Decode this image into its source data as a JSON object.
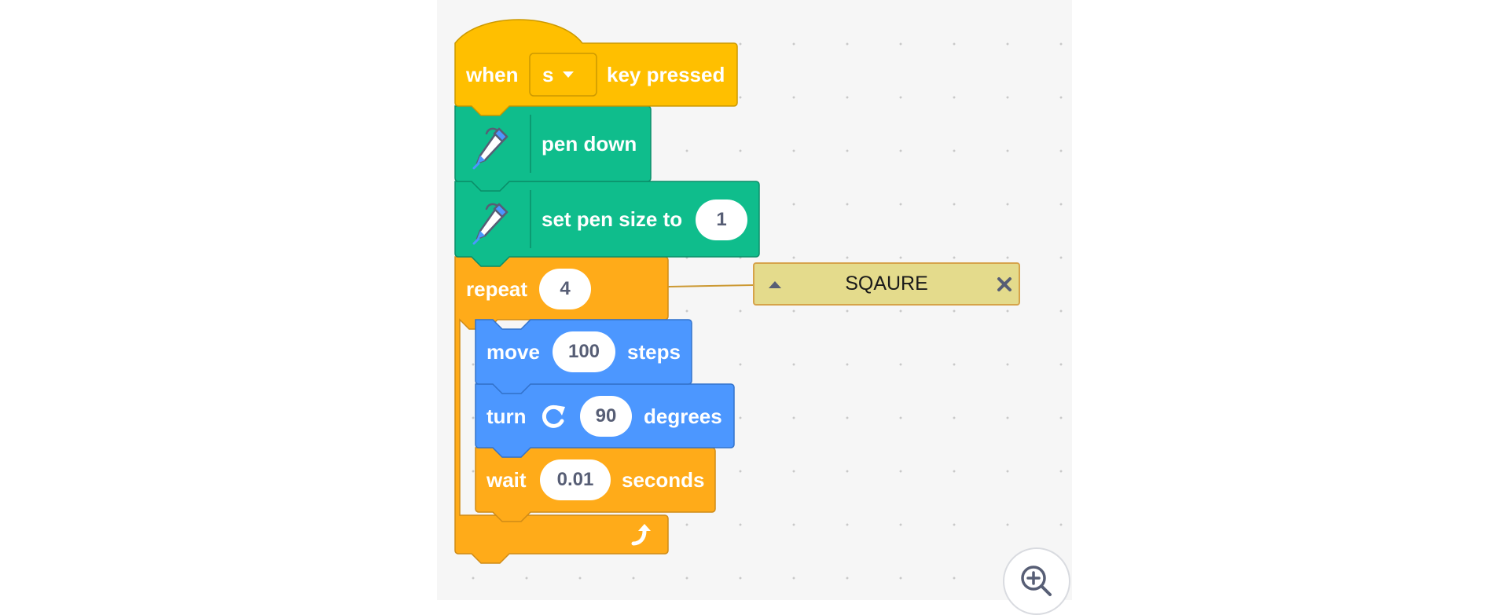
{
  "hat_block": {
    "label_when": "when",
    "key_value": "s",
    "label_suffix": "key pressed"
  },
  "pen_down_block": {
    "label": "pen down"
  },
  "pen_size_block": {
    "label": "set pen size to",
    "value": "1"
  },
  "repeat_block": {
    "label": "repeat",
    "count": "4"
  },
  "move_block": {
    "label_move": "move",
    "value": "100",
    "label_steps": "steps"
  },
  "turn_block": {
    "label_turn": "turn",
    "value": "90",
    "label_degrees": "degrees"
  },
  "wait_block": {
    "label_wait": "wait",
    "value": "0.01",
    "label_seconds": "seconds"
  },
  "comment": {
    "text": "SQAURE"
  },
  "icons": {
    "pen": "pen-icon",
    "dropdown": "caret-down-icon",
    "turn": "rotate-right-icon",
    "loop": "loop-arrow-icon",
    "collapse": "caret-up-icon",
    "close": "close-icon",
    "zoom": "zoom-in-icon"
  },
  "colors": {
    "events": "#ffbf00",
    "pen": "#0fbd8c",
    "control": "#ffab19",
    "motion": "#4c97ff",
    "comment": "#e4db8c",
    "workspace": "#f6f6f6"
  }
}
